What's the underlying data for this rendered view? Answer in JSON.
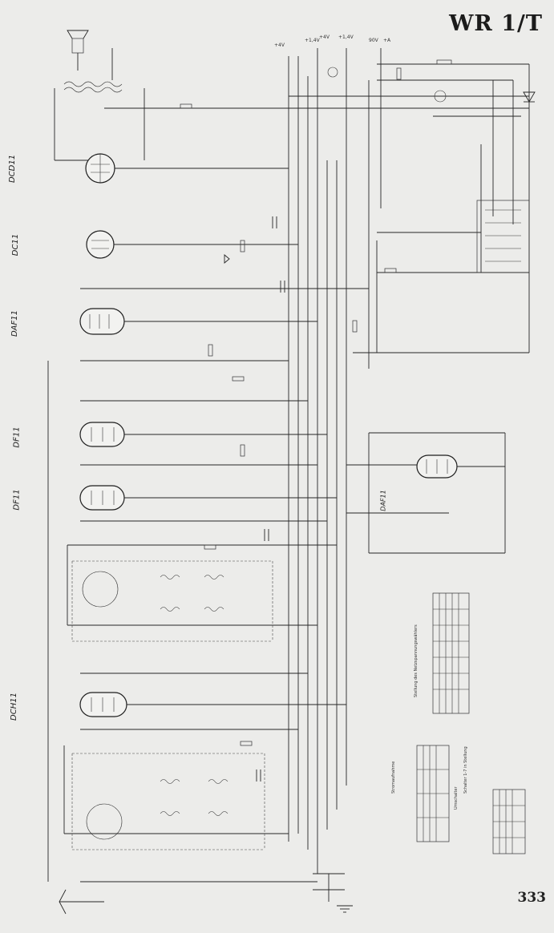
{
  "title": "WR 1/T",
  "page_number": "333",
  "tubes": [
    {
      "id": "dcd11",
      "label": "DCD11"
    },
    {
      "id": "dc11",
      "label": "DC11"
    },
    {
      "id": "daf11",
      "label": "DAF11"
    },
    {
      "id": "df11a",
      "label": "DF11"
    },
    {
      "id": "df11b",
      "label": "DF11"
    },
    {
      "id": "dch11",
      "label": "DCH11"
    },
    {
      "id": "daf11b",
      "label": "DAF11"
    }
  ],
  "supply_labels": [
    "+4V",
    "+1,4V",
    "+4V",
    "+1,4V",
    "90V",
    "+A"
  ],
  "side_notes": [
    "Stromaufnahme",
    "Umschalter",
    "Stellung des Netzspannungswählers",
    "Schalter 1-7 in Stellung"
  ]
}
